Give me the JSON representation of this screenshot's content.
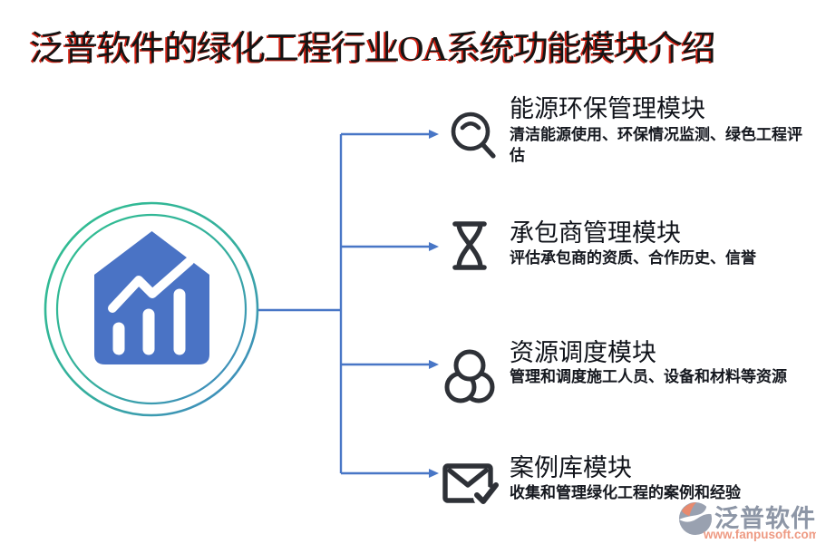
{
  "title": "泛普软件的绿化工程行业OA系统功能模块介绍",
  "hub": {
    "icon": "house-chart-icon",
    "ring_gradient": [
      "#2fc08f",
      "#4384c6"
    ],
    "house_color": "#4a73c5"
  },
  "connector_color": "#4876c6",
  "modules": [
    {
      "icon": "magnifier-icon",
      "title": "能源环保管理模块",
      "desc": "清洁能源使用、环保情况监测、绿色工程评估"
    },
    {
      "icon": "hourglass-icon",
      "title": "承包商管理模块",
      "desc": "评估承包商的资质、合作历史、信誉"
    },
    {
      "icon": "circles-group-icon",
      "title": "资源调度模块",
      "desc": "管理和调度施工人员、设备和材料等资源"
    },
    {
      "icon": "envelope-check-icon",
      "title": "案例库模块",
      "desc": "收集和管理绿化工程的案例和经验"
    }
  ],
  "footer_logo": {
    "brand": "泛普软件",
    "website": "www.fanpusoft.com",
    "brand_color": "#8d96a6",
    "website_color": "#ee9a83",
    "mark_colors": [
      "#e88a6e",
      "#99a1b0"
    ]
  },
  "colors": {
    "title_text": "#141414",
    "title_shadow_red": "#cf2314",
    "icon_dark": "#2e3137"
  }
}
